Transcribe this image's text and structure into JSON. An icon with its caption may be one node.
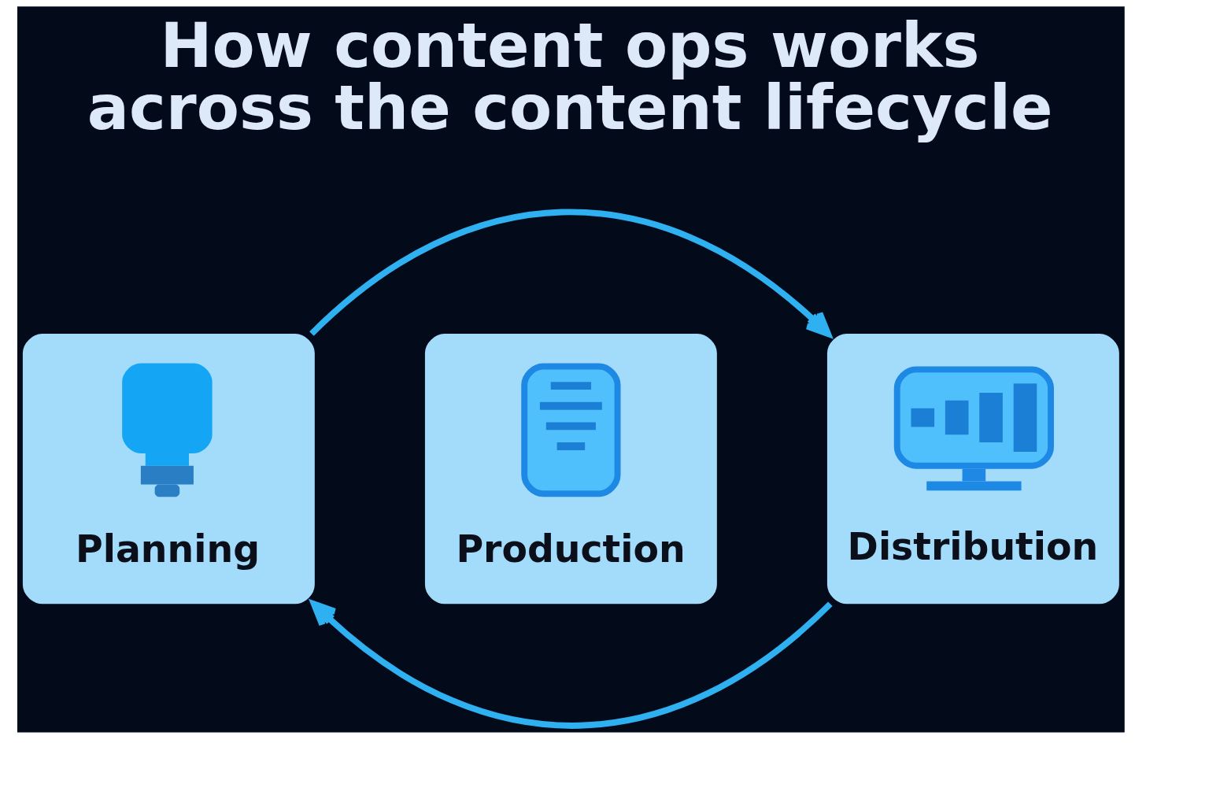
{
  "diagram": {
    "title": "How content ops works across the content lifecycle",
    "nodes": [
      {
        "text": [
          "Planning"
        ]
      },
      {
        "text": [
          "Production"
        ]
      },
      {
        "text": [
          "Distribution"
        ]
      }
    ],
    "edges": [
      {
        "from": 0,
        "to": 2,
        "arrow": "to"
      },
      {
        "from": 2,
        "to": 0,
        "arrow": "to"
      }
    ]
  }
}
